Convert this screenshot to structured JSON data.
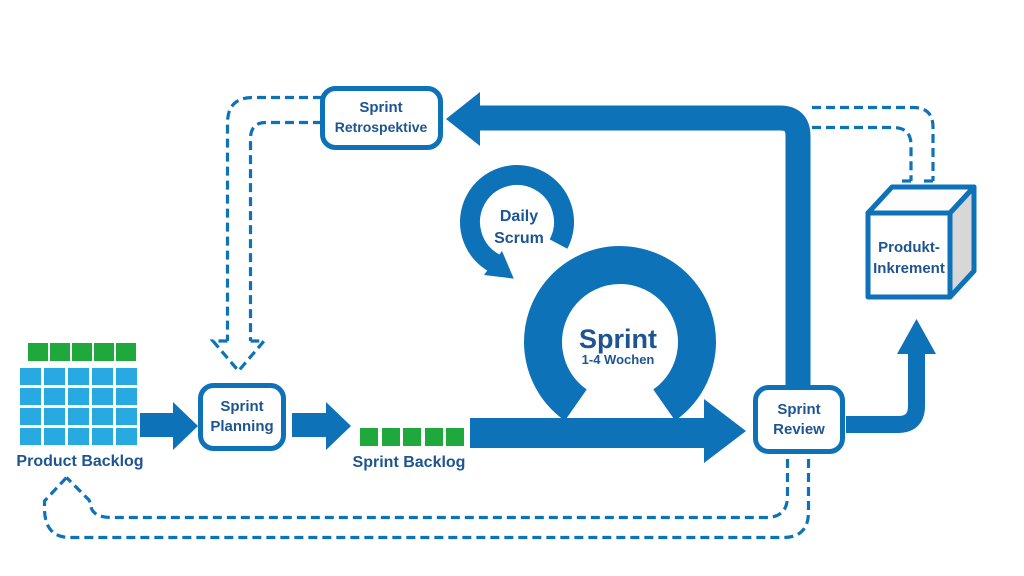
{
  "colors": {
    "primary_blue": "#0e72b9",
    "label_blue": "#1e5590",
    "backlog_item_blue": "#29a9e1",
    "backlog_item_green": "#1fa83c",
    "cube_side_gray": "#d7d7d7",
    "background": "#ffffff"
  },
  "nodes": {
    "product_backlog": {
      "label": "Product Backlog",
      "green_squares": 5,
      "blue_columns": 5,
      "blue_rows": 4
    },
    "sprint_planning": {
      "line1": "Sprint",
      "line2": "Planning"
    },
    "sprint_backlog": {
      "label": "Sprint Backlog",
      "green_squares": 5
    },
    "daily_scrum": {
      "line1": "Daily",
      "line2": "Scrum"
    },
    "sprint": {
      "label": "Sprint",
      "duration": "1-4 Wochen"
    },
    "sprint_review": {
      "line1": "Sprint",
      "line2": "Review"
    },
    "sprint_retrospective": {
      "line1": "Sprint",
      "line2": "Retrospektive"
    },
    "product_increment": {
      "line1": "Produkt-",
      "line2": "Inkrement"
    }
  }
}
